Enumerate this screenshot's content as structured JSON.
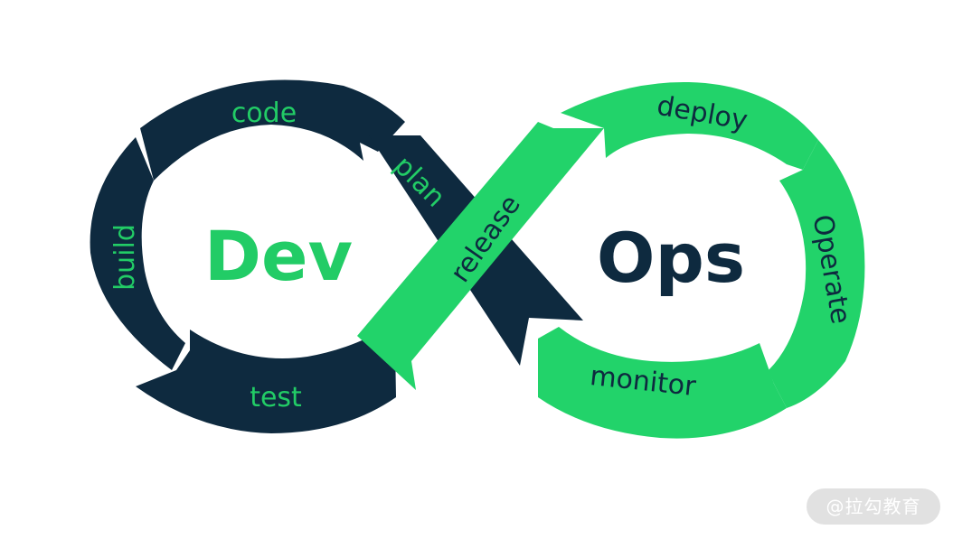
{
  "colors": {
    "navy": "#0e2a3f",
    "green": "#22d36a",
    "green_text": "#22cc66",
    "white": "#ffffff"
  },
  "center": {
    "dev": "Dev",
    "ops": "Ops"
  },
  "stages": {
    "code": "code",
    "build": "build",
    "test": "test",
    "plan": "plan",
    "release": "release",
    "deploy": "deploy",
    "operate": "Operate",
    "monitor": "monitor"
  },
  "watermark": "@拉勾教育"
}
